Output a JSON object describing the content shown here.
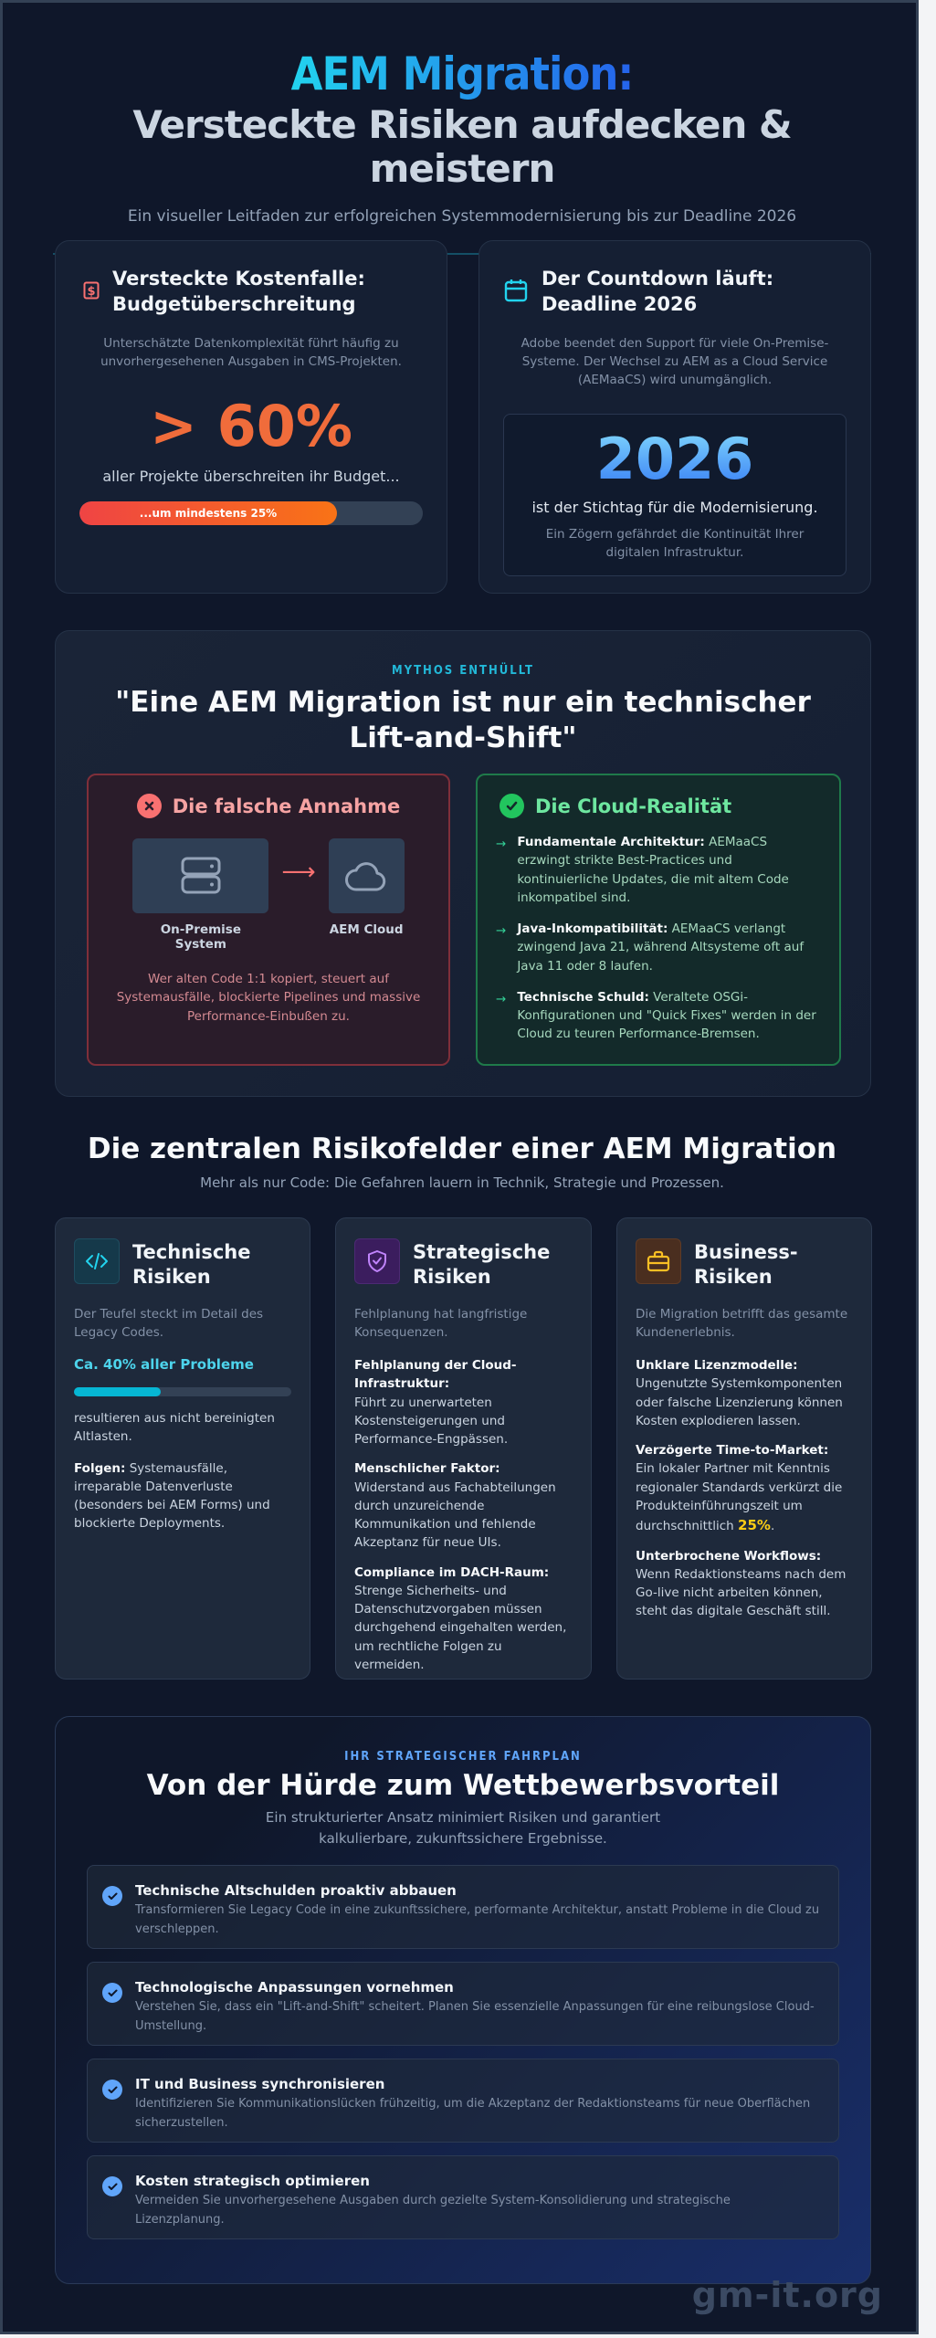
{
  "header": {
    "title_line1": "AEM Migration:",
    "title_line2": "Versteckte Risiken aufdecken & meistern",
    "subtitle": "Ein visueller Leitfaden zur erfolgreichen Systemmodernisierung bis zur Deadline 2026"
  },
  "cost_card": {
    "icon": "dollar-icon",
    "title_line1": "Versteckte Kostenfalle:",
    "title_line2": "Budgetüberschreitung",
    "description": "Unterschätzte Datenkomplexität führt häufig zu unvorhergesehenen Ausgaben in CMS-Projekten.",
    "stat": "> 60%",
    "stat_caption": "aller Projekte überschreiten ihr Budget...",
    "bar_label": "...um mindestens 25%",
    "bar_fill_percent": 75,
    "colors": {
      "stat": "#f06c3b",
      "bar_start": "#ef4444",
      "bar_end": "#f97316"
    }
  },
  "deadline_card": {
    "icon": "calendar-icon",
    "title_line1": "Der Countdown läuft:",
    "title_line2": "Deadline 2026",
    "description": "Adobe beendet den Support für viele On-Premise-Systeme. Der Wechsel zu AEM as a Cloud Service (AEMaaCS) wird unumgänglich.",
    "year": "2026",
    "year_caption": "ist der Stichtag für die Modernisierung.",
    "year_note": "Ein Zögern gefährdet die Kontinuität Ihrer digitalen Infrastruktur."
  },
  "myth": {
    "kicker": "MYTHOS ENTHÜLLT",
    "title": "\"Eine AEM Migration ist nur ein technischer Lift-and-Shift\"",
    "false_assumption": {
      "icon": "x-circle-icon",
      "title": "Die falsche Annahme",
      "from_label": "On-Premise System",
      "to_label": "AEM Cloud",
      "text": "Wer alten Code 1:1 kopiert, steuert auf Systemausfälle, blockierte Pipelines und massive Performance-Einbußen zu."
    },
    "cloud_reality": {
      "icon": "check-circle-icon",
      "title": "Die Cloud-Realität",
      "items": [
        {
          "label": "Fundamentale Architektur:",
          "text": " AEMaaCS erzwingt strikte Best-Practices und kontinuierliche Updates, die mit altem Code inkompatibel sind."
        },
        {
          "label": "Java-Inkompatibilität:",
          "text": " AEMaaCS verlangt zwingend Java 21, während Altsysteme oft auf Java 11 oder 8 laufen."
        },
        {
          "label": "Technische Schuld:",
          "text": " Veraltete OSGi-Konfigurationen und \"Quick Fixes\" werden in der Cloud zu teuren Performance-Bremsen."
        }
      ]
    }
  },
  "risks": {
    "title": "Die zentralen Risikofelder einer AEM Migration",
    "subtitle": "Mehr als nur Code: Die Gefahren lauern in Technik, Strategie und Prozessen.",
    "technical": {
      "icon": "code-icon",
      "title_line1": "Technische",
      "title_line2": "Risiken",
      "intro": "Der Teufel steckt im Detail des Legacy Codes.",
      "highlight": "Ca. 40% aller Probleme",
      "bar_percent": 40,
      "bar_caption": "resultieren aus nicht bereinigten Altlasten.",
      "consequences_label": "Folgen:",
      "consequences_text": " Systemausfälle, irreparable Datenverluste (besonders bei AEM Forms) und blockierte Deployments."
    },
    "strategic": {
      "icon": "shield-check-icon",
      "title_line1": "Strategische",
      "title_line2": "Risiken",
      "intro": "Fehlplanung hat langfristige Konsequenzen.",
      "items": [
        {
          "label": "Fehlplanung der Cloud-Infrastruktur:",
          "text": "Führt zu unerwarteten Kostensteigerungen und Performance-Engpässen."
        },
        {
          "label": "Menschlicher Faktor:",
          "text": "Widerstand aus Fachabteilungen durch unzureichende Kommunikation und fehlende Akzeptanz für neue UIs."
        },
        {
          "label": "Compliance im DACH-Raum:",
          "text": "Strenge Sicherheits- und Datenschutzvorgaben müssen durchgehend eingehalten werden, um rechtliche Folgen zu vermeiden."
        }
      ]
    },
    "business": {
      "icon": "briefcase-icon",
      "title_line1": "Business-",
      "title_line2": "Risiken",
      "intro": "Die Migration betrifft das gesamte Kundenerlebnis.",
      "items": [
        {
          "label": "Unklare Lizenzmodelle:",
          "text": "Ungenutzte Systemkomponenten oder falsche Lizenzierung können Kosten explodieren lassen."
        },
        {
          "label": "Verzögerte Time-to-Market:",
          "text": "Ein lokaler Partner mit Kenntnis regionaler Standards verkürzt die Produkteinführungszeit um durchschnittlich ",
          "highlight": "25%",
          "suffix": "."
        },
        {
          "label": "Unterbrochene Workflows:",
          "text": "Wenn Redaktionsteams nach dem Go-live nicht arbeiten können, steht das digitale Geschäft still."
        }
      ]
    }
  },
  "roadmap": {
    "kicker": "IHR STRATEGISCHER FAHRPLAN",
    "title": "Von der Hürde zum Wettbewerbsvorteil",
    "subtitle": "Ein strukturierter Ansatz minimiert Risiken und garantiert kalkulierbare, zukunftssichere Ergebnisse.",
    "steps": [
      {
        "title": "Technische Altschulden proaktiv abbauen",
        "text": "Transformieren Sie Legacy Code in eine zukunftssichere, performante Architektur, anstatt Probleme in die Cloud zu verschleppen."
      },
      {
        "title": "Technologische Anpassungen vornehmen",
        "text": "Verstehen Sie, dass ein \"Lift-and-Shift\" scheitert. Planen Sie essenzielle Anpassungen für eine reibungslose Cloud-Umstellung."
      },
      {
        "title": "IT und Business synchronisieren",
        "text": "Identifizieren Sie Kommunikationslücken frühzeitig, um die Akzeptanz der Redaktionsteams für neue Oberflächen sicherzustellen."
      },
      {
        "title": "Kosten strategisch optimieren",
        "text": "Vermeiden Sie unvorhergesehene Ausgaben durch gezielte System-Konsolidierung und strategische Lizenzplanung."
      }
    ]
  },
  "watermark": "gm-it.org"
}
